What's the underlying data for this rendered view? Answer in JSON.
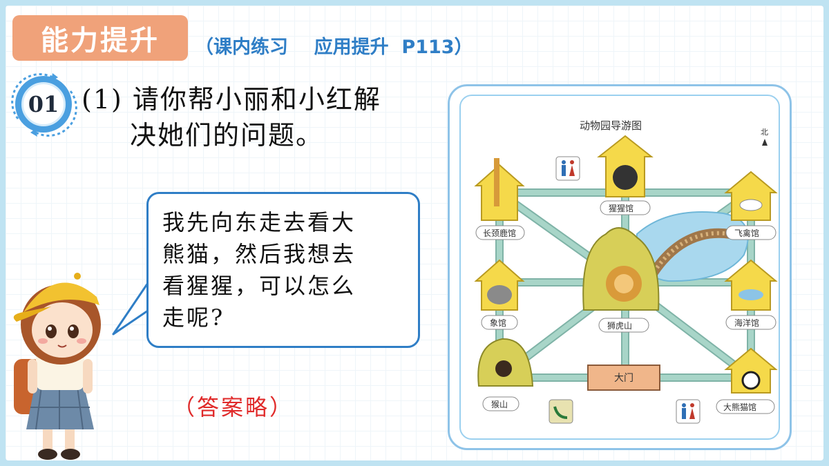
{
  "header": {
    "badge": "能力提升",
    "subtitle": "（课内练习    应用提升  P113）"
  },
  "question": {
    "number": "01",
    "line1": "(1) 请你帮小丽和小红解",
    "line2": "决她们的问题。"
  },
  "speech": {
    "line1": "我先向东走去看大",
    "line2": "熊猫，然后我想去",
    "line3": "看猩猩，可以怎么",
    "line4": "走呢?"
  },
  "answer": "（答案略）",
  "map": {
    "title": "动物园导游图",
    "north": "北",
    "locations": {
      "giraffe": "长颈鹿馆",
      "gorilla": "猩猩馆",
      "bird": "飞禽馆",
      "elephant": "象馆",
      "lion": "狮虎山",
      "ocean": "海洋馆",
      "monkey": "猴山",
      "gate": "大门",
      "panda": "大熊猫馆"
    },
    "colors": {
      "house": "#f5d94a",
      "path": "#a8d5c8",
      "path_border": "#7fb3a7",
      "water": "#a9d8ee",
      "hill": "#d7cf58"
    }
  }
}
